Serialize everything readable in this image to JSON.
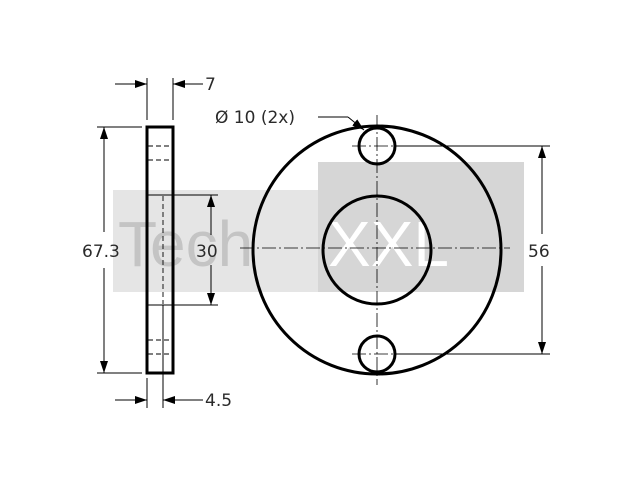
{
  "watermark": {
    "part1": "Tech",
    "part2": "XXL",
    "color_light": "#d4d4d4",
    "color_text_dark": "#c8c8c8",
    "color_text_light": "#ffffff"
  },
  "dimensions": {
    "thickness": "7",
    "outer_diameter": "67.3",
    "bore_diameter": "30",
    "hole_spacing": "56",
    "rim": "4.5",
    "hole_callout": "Ø 10 (2x)"
  }
}
